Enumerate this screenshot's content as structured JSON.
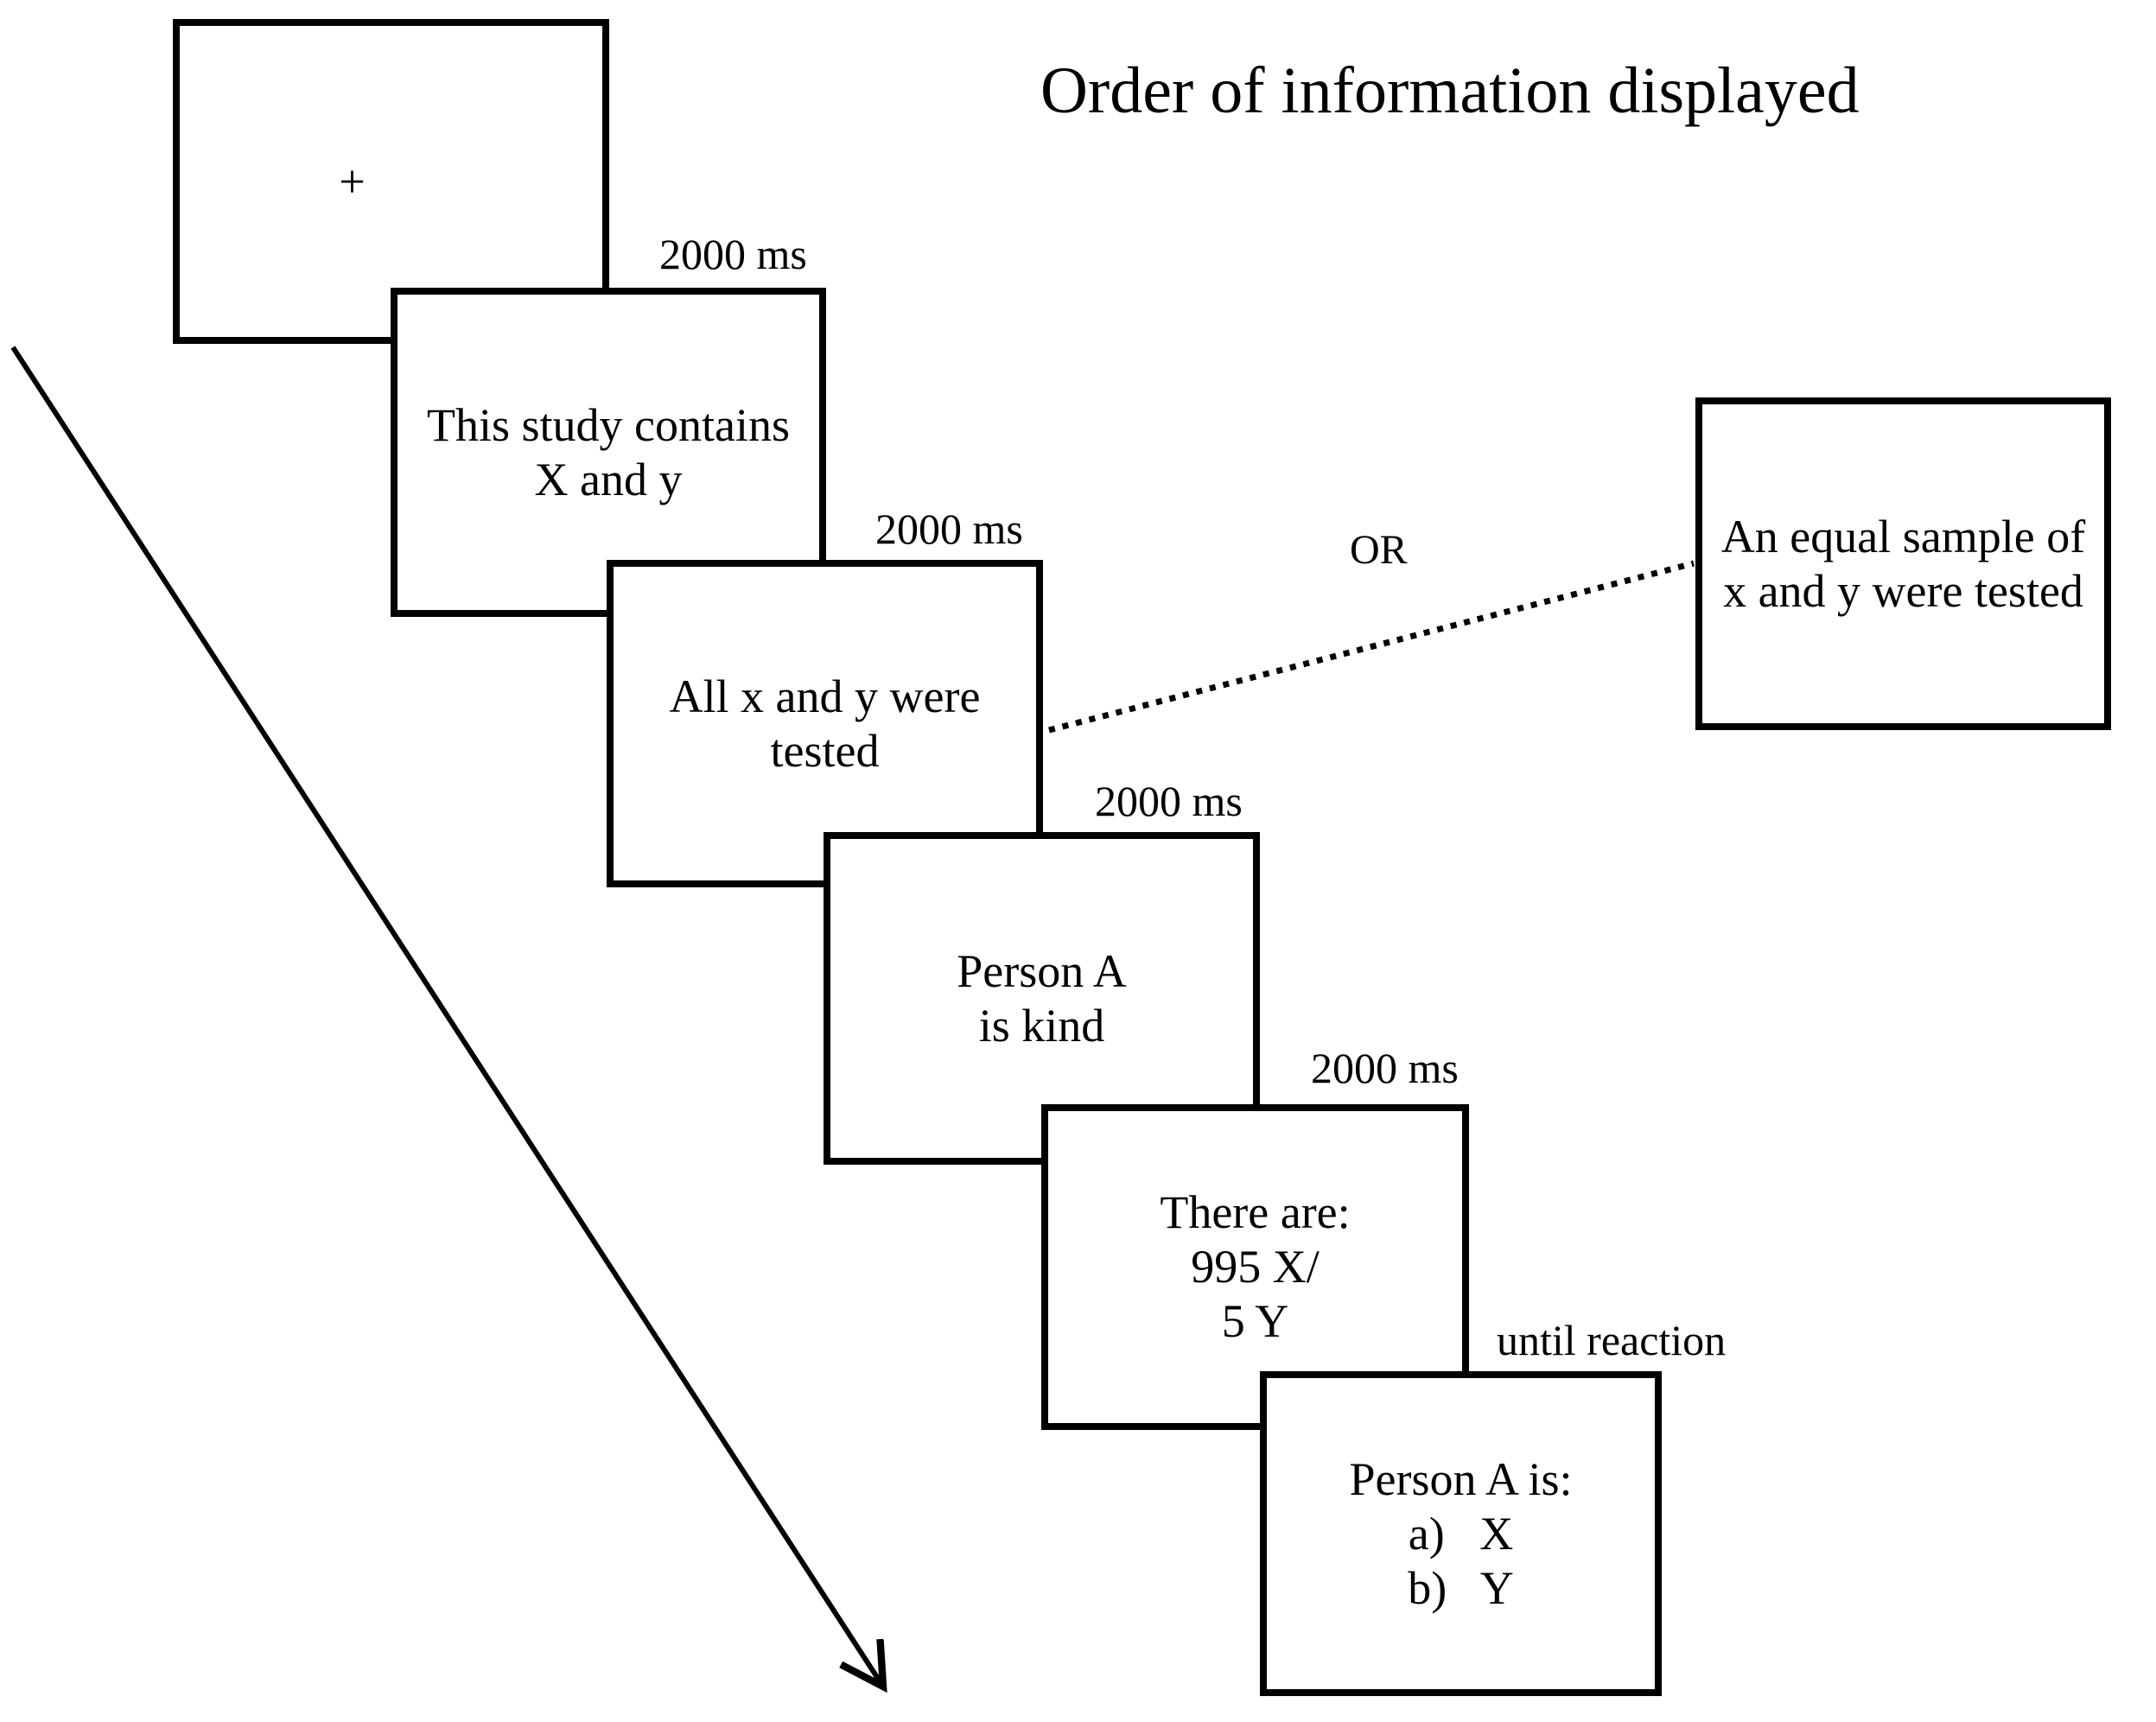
{
  "title": "Order of information displayed",
  "screens": [
    {
      "name": "fixation",
      "lines": [
        "+"
      ],
      "duration": "2000 ms"
    },
    {
      "name": "study-intro",
      "lines": [
        "This study contains",
        "X and y"
      ],
      "duration": "2000 ms"
    },
    {
      "name": "sample-info",
      "lines": [
        "All x and y were",
        "tested"
      ],
      "duration": "2000 ms"
    },
    {
      "name": "person-trait",
      "lines": [
        "Person A",
        "is kind"
      ],
      "duration": "2000 ms"
    },
    {
      "name": "base-rate",
      "lines": [
        "There are:",
        "995 X/",
        "5 Y"
      ],
      "duration": "until reaction"
    },
    {
      "name": "response-choice",
      "lines": [
        "Person A is:",
        "a)   X",
        "b)   Y"
      ],
      "duration": ""
    }
  ],
  "alternative": {
    "connector_label": "OR",
    "lines": [
      "An equal sample of",
      "x and y were tested"
    ]
  },
  "colors": {
    "ink": "#000000",
    "background": "#ffffff"
  }
}
